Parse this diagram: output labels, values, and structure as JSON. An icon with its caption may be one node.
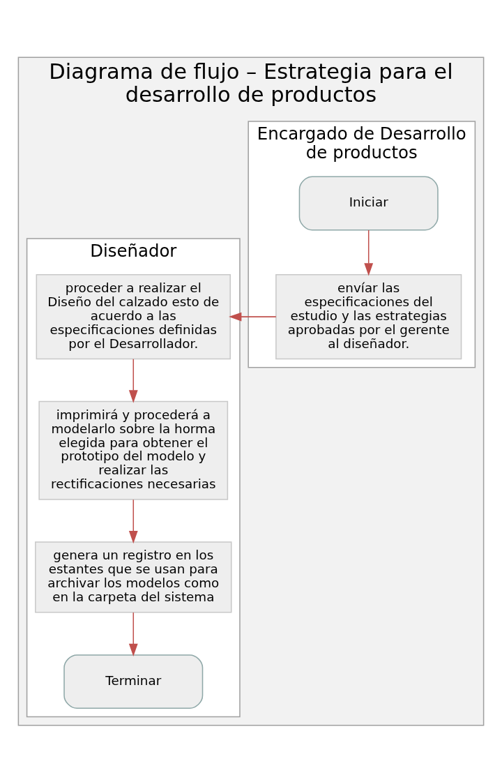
{
  "diagram": {
    "nodes": [
      {
        "text": [
          "Diagrama de flujo – Estrategia para el desarrollo de productos"
        ]
      },
      {
        "text": [
          "Encargado de Desarrollo de productos"
        ],
        "in": 0
      },
      {
        "text": [
          "Diseñador"
        ],
        "in": 0
      },
      {
        "text": [
          "Iniciar"
        ],
        "in": 1
      },
      {
        "text": [
          "envíar las especificaciones del estudio y las estrategias aprobadas por el gerente al diseñador."
        ],
        "in": 1
      },
      {
        "text": [
          "proceder a realizar el Diseño del calzado esto de acuerdo a las especificaciones definidas por el Desarrollador."
        ],
        "in": 2
      },
      {
        "text": [
          "imprimirá y procederá a modelarlo sobre la horma elegida para obtener el prototipo del modelo y realizar las rectificaciones necesarias"
        ],
        "in": 2
      },
      {
        "text": [
          "genera un registro en los estantes que se usan para archivar los modelos como en la carpeta del sistema"
        ],
        "in": 2
      },
      {
        "text": [
          "Terminar"
        ],
        "in": 2
      }
    ],
    "edges": [
      {
        "from": 3,
        "to": 4,
        "arrow": "to"
      },
      {
        "from": 4,
        "to": 5,
        "arrow": "to"
      },
      {
        "from": 5,
        "to": 6,
        "arrow": "to"
      },
      {
        "from": 6,
        "to": 7,
        "arrow": "to"
      },
      {
        "from": 7,
        "to": 8,
        "arrow": "to"
      }
    ]
  }
}
